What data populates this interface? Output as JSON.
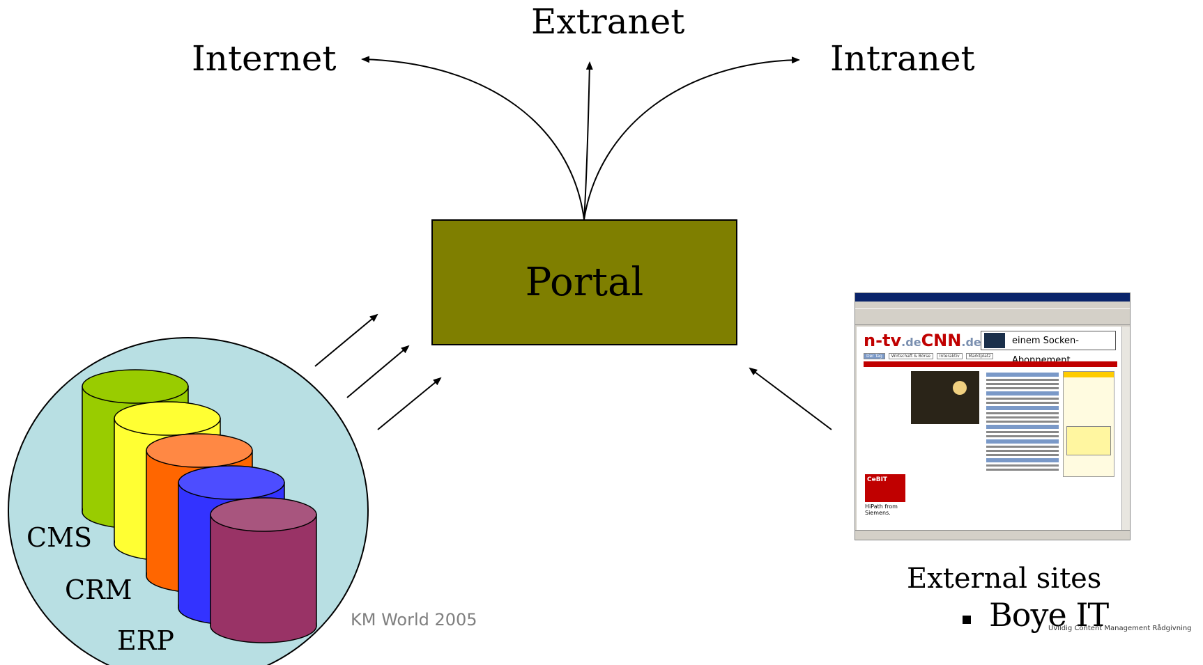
{
  "labels": {
    "extranet": "Extranet",
    "internet": "Internet",
    "intranet": "Intranet",
    "portal": "Portal",
    "external_sites": "External sites"
  },
  "databases": {
    "cms": "CMS",
    "crm": "CRM",
    "erp": "ERP"
  },
  "browser": {
    "brand_ntv": "n-tv",
    "brand_de": ".de",
    "brand_cnn": "CNN",
    "brand_de2": ".de",
    "ad_text": "einem Socken-Abonnement.",
    "tab_active": "Der Tag",
    "tab_2": "Wirtschaft & Börse",
    "tab_3": "Interaktiv",
    "tab_4": "Marktplatz",
    "cebit": "CeBIT",
    "siemens": "HiPath from Siemens."
  },
  "footer": {
    "event": "KM World 2005",
    "brand": "Boye IT",
    "tagline": "Uvildig Content Management Rådgivning"
  },
  "colors": {
    "portal_fill": "#7f7f00",
    "circle_fill": "#b8dfe3",
    "cyl_green": "#99cc00",
    "cyl_yellow": "#ffff33",
    "cyl_orange": "#ff6600",
    "cyl_blue": "#3333ff",
    "cyl_purple": "#993366"
  }
}
